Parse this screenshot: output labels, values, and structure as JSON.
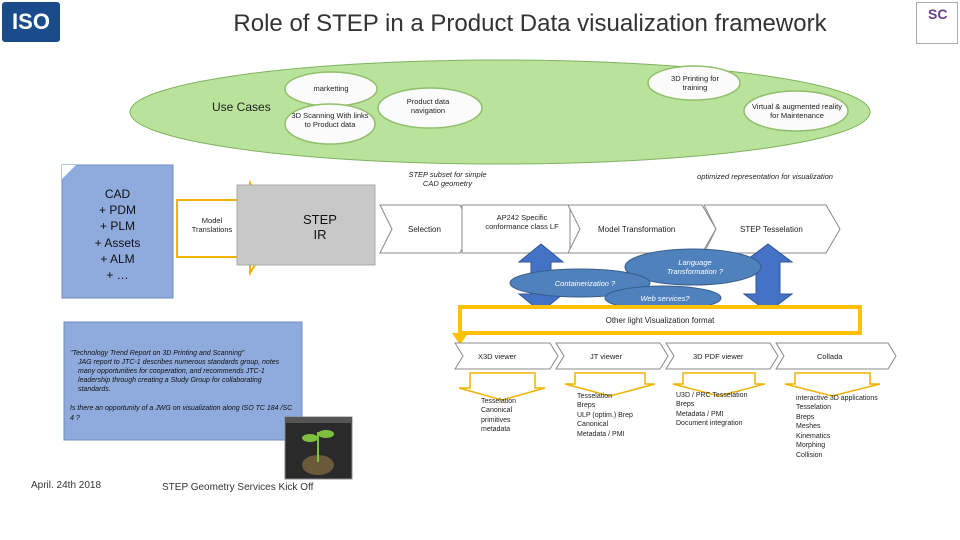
{
  "title": "Role of STEP in a Product Data visualization framework",
  "logos": {
    "left": "ISO",
    "right": "SC"
  },
  "clouds": {
    "use_cases": "Use Cases",
    "marketing": "marketting",
    "scanning": "3D Scanning With links to Product data",
    "navigation": "Product data navigation",
    "printing": "3D Printing for training",
    "vr": "Virtual & augmented reality for Maintenance"
  },
  "cad": {
    "line1": "CAD",
    "line2": "+ PDM",
    "line3": "+ PLM",
    "line4": "+ Assets",
    "line5": "+ ALM",
    "line6": "+ …"
  },
  "translations": "Model Translations",
  "step_ir": {
    "line1": "STEP",
    "line2": "IR"
  },
  "subset_label": "STEP subset for simple CAD geometry",
  "optimized_label": "optimized representation for visualization",
  "selection": "Selection",
  "ap242": "AP242 Specific conformance class LF",
  "model_transformation": "Model Transformation",
  "step_tesselation": "STEP Tesselation",
  "language_cloud": "Language Transformation ?",
  "containerization": "Containerization ?",
  "web_services": "Web services?",
  "other_formats": "Other light Visualization format",
  "viewers": [
    {
      "name": "X3D viewer",
      "details": [
        "Tesselation",
        "Canonical",
        "primitives",
        "metadata"
      ]
    },
    {
      "name": "JT viewer",
      "details": [
        "Tesselation",
        "Breps",
        "ULP (optim.) Brep",
        "Canonical",
        "Metadata / PMI"
      ]
    },
    {
      "name": "3D PDF viewer",
      "details": [
        "U3D / PRC Tesselation",
        "Breps",
        "Metadata / PMI",
        "Document integration"
      ]
    },
    {
      "name": "Collada",
      "details": [
        "interactive 3D applications",
        "Tesselation",
        "Breps",
        "Meshes",
        "Kinematics",
        "Morphing",
        "Collision"
      ]
    }
  ],
  "quote": {
    "p1": "\"Technology Trend Report on 3D Printing and Scanning\"",
    "p2": "JAG report to JTC-1 describes numerous standards group, notes many opportunities for cooperation, and recommends JTC-1 leadership through creating a Study Group for collaborating standards.",
    "p3": "Is there an opportunity of a JWG on visualization along ISO TC 184 /SC 4 ?"
  },
  "footer": {
    "date": "April. 24th 2018",
    "event": "STEP Geometry Services Kick Off"
  },
  "colors": {
    "cloud_fill": "#b9e29a",
    "cloud_stroke": "#7fb35f",
    "arrow_blue": "#4472c4",
    "yellow_border": "#ffc000",
    "cad_fill": "#8faadc"
  }
}
